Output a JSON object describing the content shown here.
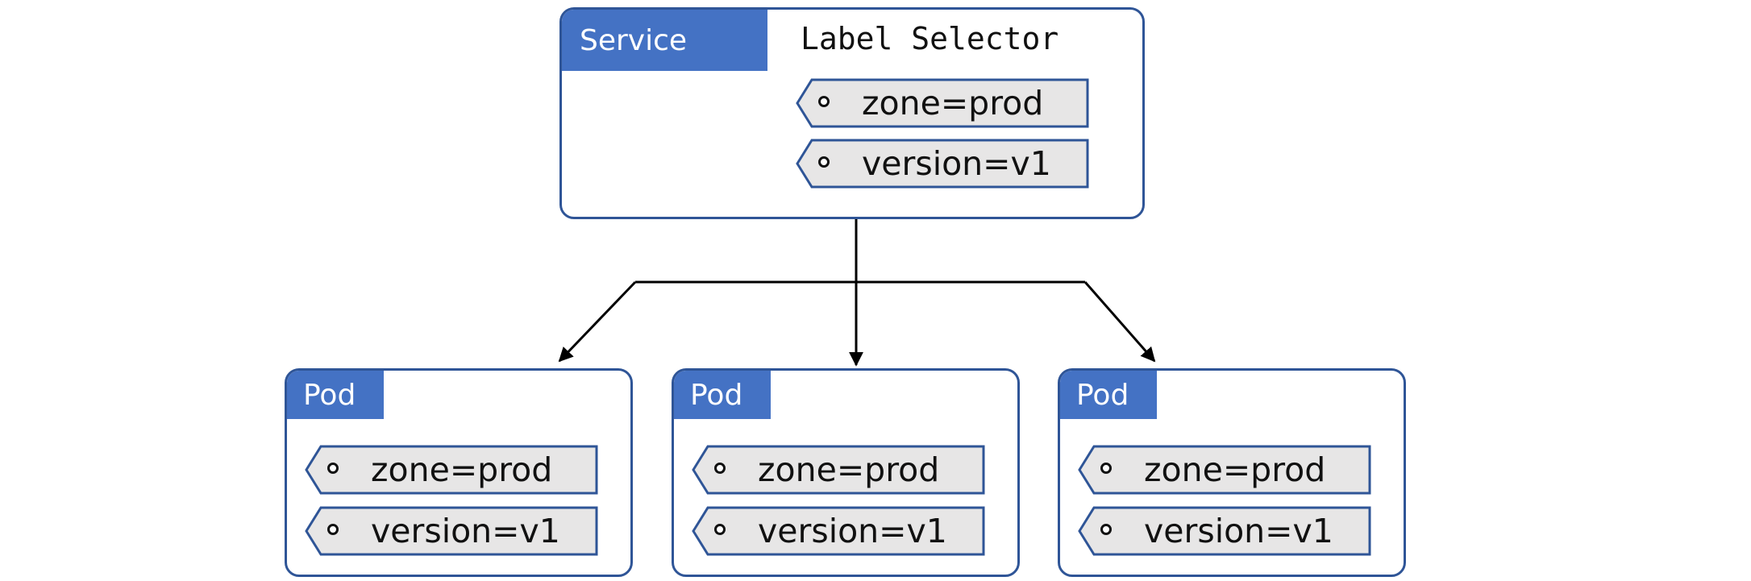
{
  "service": {
    "header": "Service",
    "selector_title": "Label Selector",
    "labels": [
      "zone=prod",
      "version=v1"
    ]
  },
  "pods": [
    {
      "header": "Pod",
      "labels": [
        "zone=prod",
        "version=v1"
      ]
    },
    {
      "header": "Pod",
      "labels": [
        "zone=prod",
        "version=v1"
      ]
    },
    {
      "header": "Pod",
      "labels": [
        "zone=prod",
        "version=v1"
      ]
    }
  ],
  "colors": {
    "header_fill": "#4472c4",
    "box_border": "#2f5597",
    "tag_fill": "#e7e6e6",
    "arrow": "#000000"
  }
}
